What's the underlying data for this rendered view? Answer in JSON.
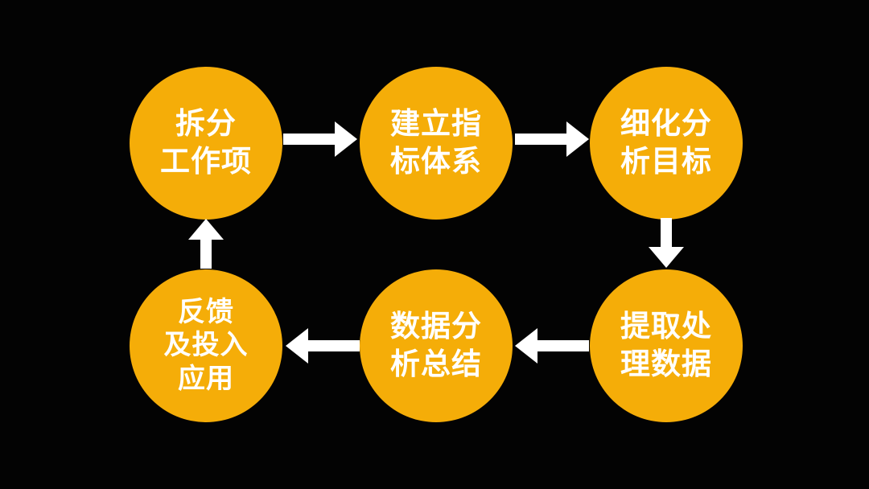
{
  "diagram": {
    "title": "data-analysis-work-cycle",
    "background_color": "#000000",
    "circle_color": "#F5AD08",
    "text_color": "#FFFFFF",
    "arrow_color": "#FFFFFF",
    "steps": [
      {
        "id": 1,
        "label": "拆分工作项",
        "lines": [
          "拆分",
          "工作项"
        ]
      },
      {
        "id": 2,
        "label": "建立指标体系",
        "lines": [
          "建立指",
          "标体系"
        ]
      },
      {
        "id": 3,
        "label": "细化分析目标",
        "lines": [
          "细化分",
          "析目标"
        ]
      },
      {
        "id": 4,
        "label": "提取处理数据",
        "lines": [
          "提取处",
          "理数据"
        ]
      },
      {
        "id": 5,
        "label": "数据分析总结",
        "lines": [
          "数据分",
          "析总结"
        ]
      },
      {
        "id": 6,
        "label": "反馈及投入应用",
        "lines": [
          "反馈",
          "及投入",
          "应用"
        ]
      }
    ],
    "arrows": [
      {
        "from": 1,
        "to": 2,
        "direction": "right"
      },
      {
        "from": 2,
        "to": 3,
        "direction": "right"
      },
      {
        "from": 3,
        "to": 4,
        "direction": "down"
      },
      {
        "from": 4,
        "to": 5,
        "direction": "left"
      },
      {
        "from": 5,
        "to": 6,
        "direction": "left"
      },
      {
        "from": 6,
        "to": 1,
        "direction": "up"
      }
    ]
  }
}
